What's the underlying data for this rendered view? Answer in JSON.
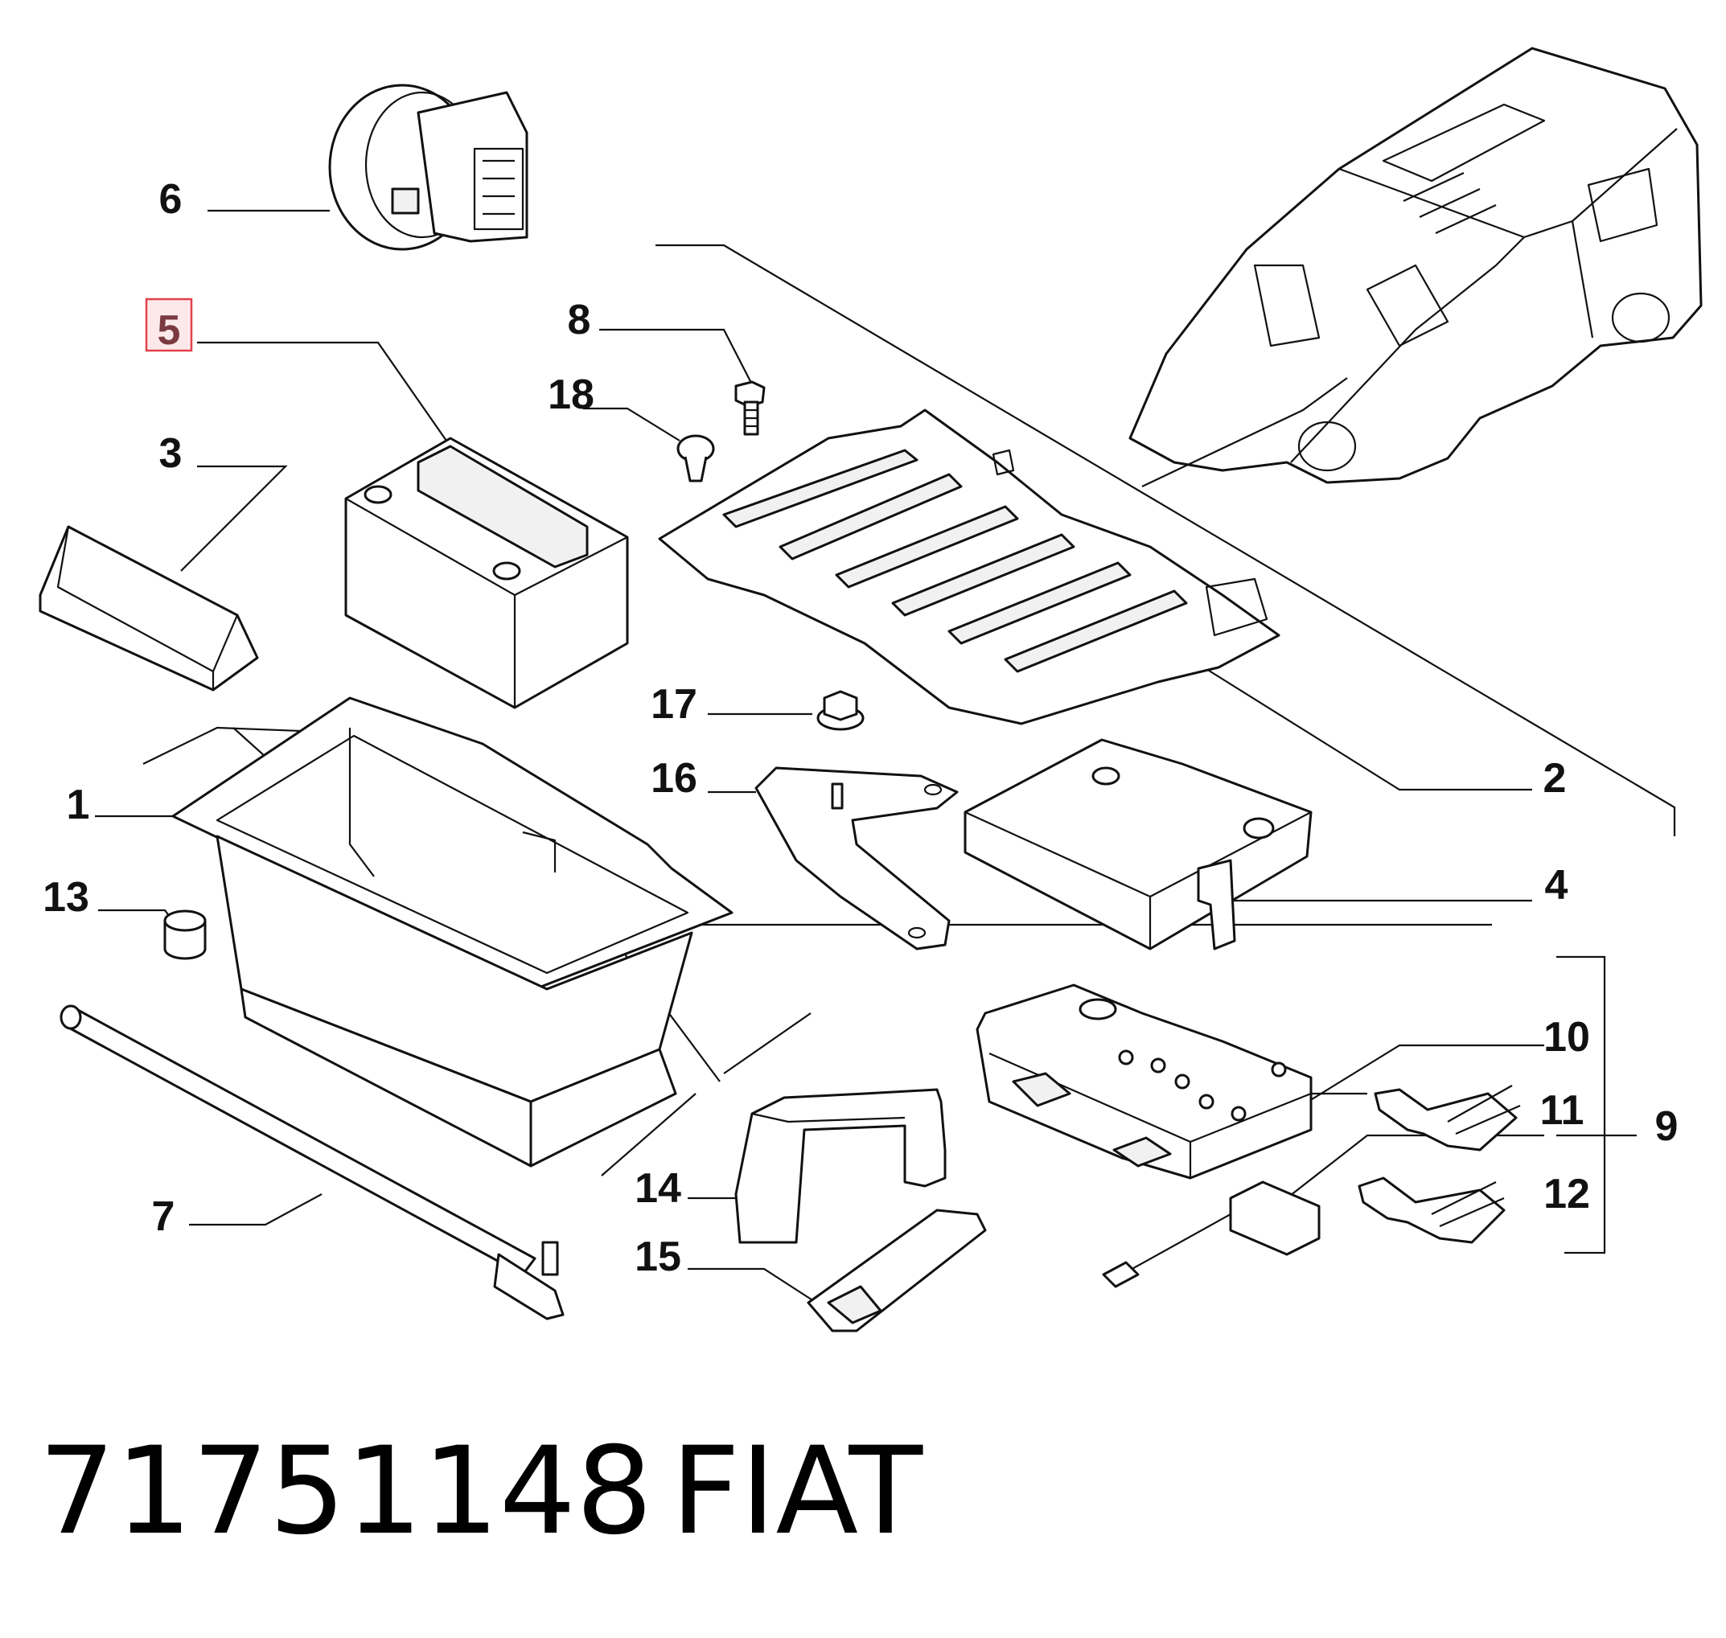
{
  "diagram": {
    "callouts": [
      "1",
      "2",
      "3",
      "4",
      "5",
      "6",
      "7",
      "8",
      "9",
      "10",
      "11",
      "12",
      "13",
      "14",
      "15",
      "16",
      "17",
      "18"
    ],
    "highlighted": "5",
    "highlight_color": "#e2414b"
  },
  "caption": {
    "part_number": "71751148",
    "brand": "FIAT"
  }
}
